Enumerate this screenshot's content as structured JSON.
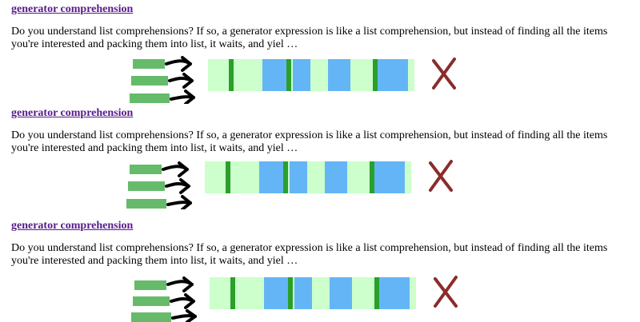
{
  "results": [
    {
      "title": "generator comprehension",
      "snippet": "Do you understand list comprehensions? If so, a generator expression is like a list comprehension, but instead of finding all the items you're interested and packing them into list, it waits, and yiel …",
      "figure_icon": "generator-vs-list-illustration"
    },
    {
      "title": "generator comprehension",
      "snippet": "Do you understand list comprehensions? If so, a generator expression is like a list comprehension, but instead of finding all the items you're interested and packing them into list, it waits, and yiel …",
      "figure_icon": "generator-vs-list-illustration"
    },
    {
      "title": "generator comprehension",
      "snippet": "Do you understand list comprehensions? If so, a generator expression is like a list comprehension, but instead of finding all the items you're interested and packing them into list, it waits, and yiel …",
      "figure_icon": "generator-vs-list-illustration"
    }
  ],
  "colors": {
    "link_visited": "#551a8b",
    "item_bar": "#66bb6a",
    "light_green_cell": "#ccffcc",
    "blue_cell": "#64b5f6",
    "dark_green_marker": "#2aa02a",
    "arrow": "#000000",
    "cross": "#8b2c2c"
  }
}
